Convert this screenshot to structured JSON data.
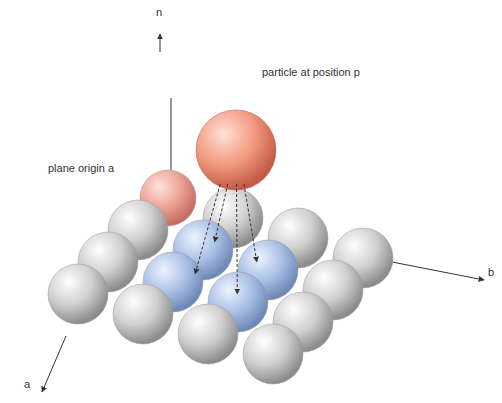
{
  "diagram": {
    "labels": [
      "n",
      "particle at position p",
      "plane origin a",
      "b",
      "a"
    ]
  }
}
